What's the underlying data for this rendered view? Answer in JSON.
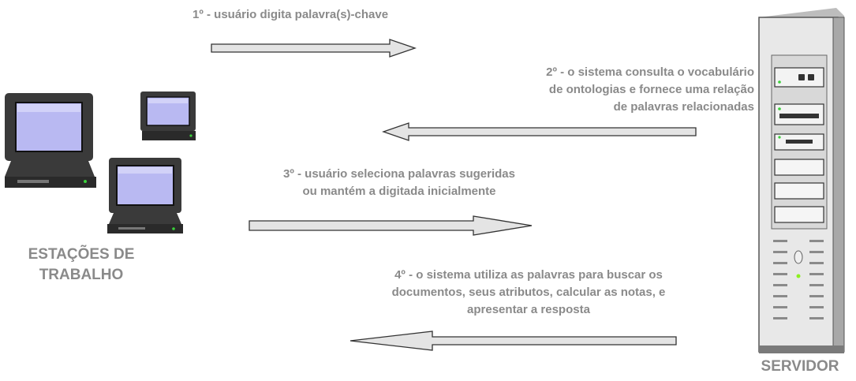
{
  "steps": [
    {
      "lines": [
        "1º - usuário digita palavra(s)-chave"
      ],
      "direction": "to-server"
    },
    {
      "lines": [
        "2º - o sistema consulta o vocabulário",
        "de ontologias e fornece uma relação",
        "de palavras relacionadas"
      ],
      "direction": "to-workstations"
    },
    {
      "lines": [
        "3º - usuário seleciona palavras sugeridas",
        "ou mantém a digitada inicialmente"
      ],
      "direction": "to-server"
    },
    {
      "lines": [
        "4º - o sistema utiliza as palavras para buscar os",
        "documentos, seus atributos, calcular as notas, e",
        "apresentar a resposta"
      ],
      "direction": "to-workstations"
    }
  ],
  "workstations_label": [
    "ESTAÇÕES DE",
    "TRABALHO"
  ],
  "server_label": "SERVIDOR",
  "colors": {
    "text": "#8a8a8a",
    "arrow_fill": "#e4e4e4",
    "arrow_stroke": "#333333",
    "screen": "#b9b9f2",
    "monitor": "#2f2f2f",
    "server_body": "#e8e8e8"
  }
}
